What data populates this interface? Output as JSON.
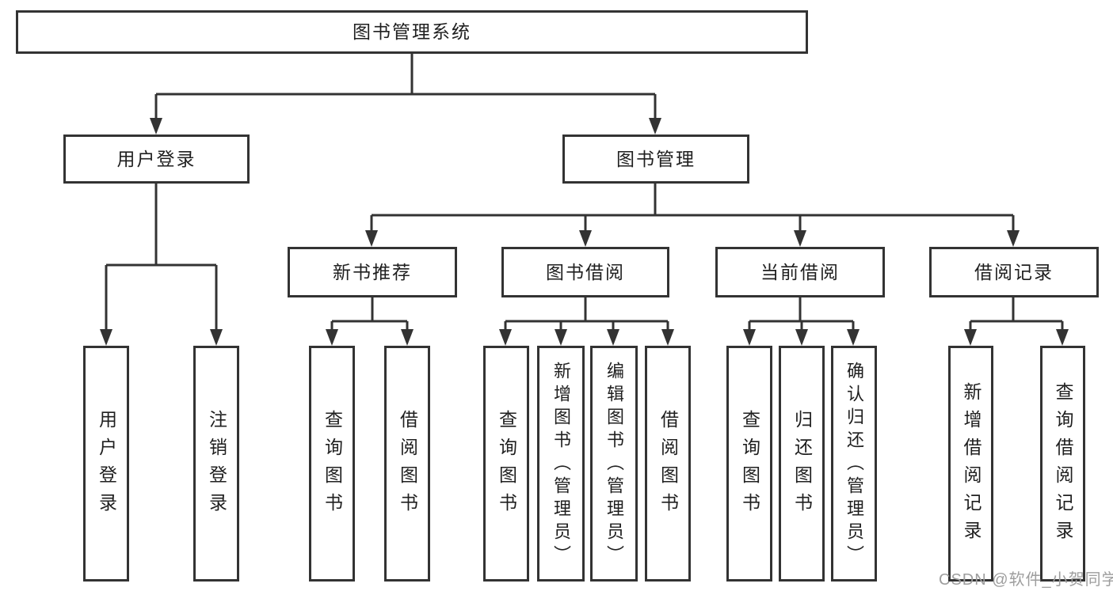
{
  "diagram_title": "图书管理系统",
  "watermark": {
    "text": "CSDN @软件_小贺同学"
  },
  "colors": {
    "line": "#333333",
    "text": "#1f1f1f",
    "background": "#ffffff",
    "watermark": "#9e9e9e"
  },
  "tree": {
    "root": {
      "label": "图书管理系统"
    },
    "login": {
      "label": "用户登录",
      "children": [
        {
          "label": "用户登录"
        },
        {
          "label": "注销登录"
        }
      ]
    },
    "management": {
      "label": "图书管理",
      "sections": [
        {
          "label": "新书推荐",
          "children": [
            {
              "label": "查询图书"
            },
            {
              "label": "借阅图书"
            }
          ]
        },
        {
          "label": "图书借阅",
          "children": [
            {
              "label": "查询图书"
            },
            {
              "label": "新增图书（管理员）"
            },
            {
              "label": "编辑图书（管理员）"
            },
            {
              "label": "借阅图书"
            }
          ]
        },
        {
          "label": "当前借阅",
          "children": [
            {
              "label": "查询图书"
            },
            {
              "label": "归还图书"
            },
            {
              "label": "确认归还（管理员）"
            }
          ]
        },
        {
          "label": "借阅记录",
          "children": [
            {
              "label": "新增借阅记录"
            },
            {
              "label": "查询借阅记录"
            }
          ]
        }
      ]
    }
  }
}
